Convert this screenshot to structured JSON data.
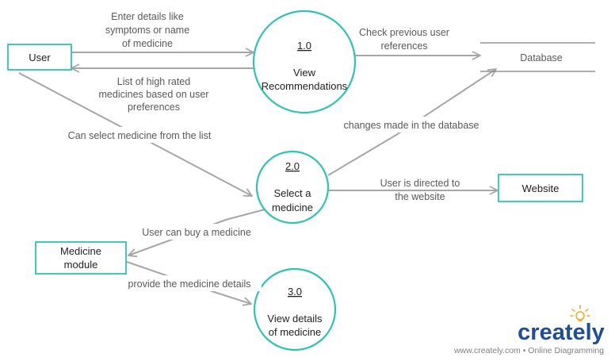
{
  "entities": {
    "user": "User",
    "website": "Website",
    "medicine_module": [
      "Medicine",
      "module"
    ],
    "database": "Database"
  },
  "processes": {
    "p1": {
      "number": "1.0",
      "label": [
        "View",
        "Recommendations"
      ]
    },
    "p2": {
      "number": "2.0",
      "label": [
        "Select a",
        "medicine"
      ]
    },
    "p3": {
      "number": "3.0",
      "label": [
        "View details",
        "of medicine"
      ]
    }
  },
  "flows": {
    "user_to_p1": [
      "Enter details like",
      "symptoms  or name",
      "of medicine"
    ],
    "p1_to_user": [
      "List of high rated",
      "medicines based on user",
      "preferences"
    ],
    "user_to_p2": [
      "Can select medicine from the list"
    ],
    "p1_to_db": [
      "Check previous user",
      "references"
    ],
    "p2_to_db": [
      "changes made in the database"
    ],
    "p2_to_website": [
      "User is directed to",
      "the website"
    ],
    "p2_to_module": [
      "User can buy a medicine"
    ],
    "module_to_p3": [
      "provide the medicine details"
    ]
  },
  "branding": {
    "logo": "creately",
    "footer": "www.creately.com • Online Diagramming"
  },
  "colors": {
    "accent": "#2bc5b0",
    "arrow": "#a6a6a6",
    "logo_blue": "#1f4e99",
    "logo_orange": "#f7a823"
  }
}
